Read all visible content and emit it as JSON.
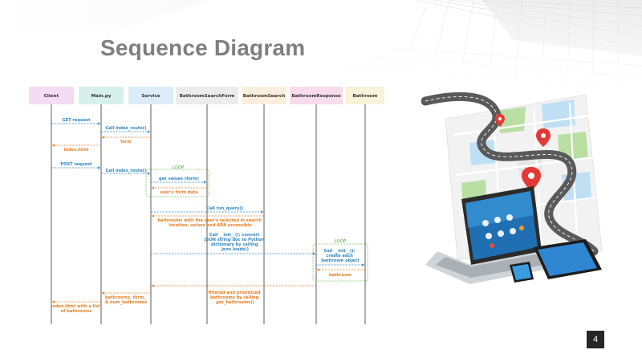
{
  "slide": {
    "title": "Sequence Diagram",
    "page_number": "4"
  },
  "diagram": {
    "lanes": [
      {
        "label": "Client",
        "color": "#f4dcf4"
      },
      {
        "label": "Main.py",
        "color": "#d8f0ec"
      },
      {
        "label": "Service",
        "color": "#dcecf8"
      },
      {
        "label": "BathroomSearchForm",
        "color": "#ececec"
      },
      {
        "label": "BathroomSearch",
        "color": "#fbeedd"
      },
      {
        "label": "BathroomResponse",
        "color": "#f8dcec"
      },
      {
        "label": "Bathroom",
        "color": "#f7f2d8"
      }
    ],
    "messages": [
      {
        "lines": [
          "GET request"
        ],
        "color": "blue"
      },
      {
        "lines": [
          "Call index_route()"
        ],
        "color": "blue"
      },
      {
        "lines": [
          "form"
        ],
        "color": "orange"
      },
      {
        "lines": [
          "index.html"
        ],
        "color": "orange"
      },
      {
        "lines": [
          "POST request"
        ],
        "color": "blue"
      },
      {
        "lines": [
          "Call index_route()"
        ],
        "color": "blue"
      },
      {
        "lines": [
          "get values (form)"
        ],
        "color": "blue"
      },
      {
        "lines": [
          "user's form data"
        ],
        "color": "orange"
      },
      {
        "lines": [
          "Call run_query()"
        ],
        "color": "blue"
      },
      {
        "lines": [
          "bathrooms with the user's selected in search",
          "location, unisex and ADA accessible"
        ],
        "color": "orange"
      },
      {
        "lines": [
          "Call __init__(): convert",
          "JSON string doc to Python",
          "dictionary by calling",
          "json.loads()"
        ],
        "color": "blue"
      },
      {
        "lines": [
          "Call __init__():",
          "create each",
          "bathroom object"
        ],
        "color": "blue"
      },
      {
        "lines": [
          "bathroom"
        ],
        "color": "orange"
      },
      {
        "lines": [
          "filtered and prioritized",
          "bathrooms by calling",
          "get_bathrooms()"
        ],
        "color": "orange"
      },
      {
        "lines": [
          "bathrooms, form,",
          "& num_bathrooms"
        ],
        "color": "orange"
      },
      {
        "lines": [
          "index.html with a list",
          "of bathrooms"
        ],
        "color": "orange"
      }
    ],
    "loops": [
      {
        "label": "LOOP"
      },
      {
        "label": "LOOP"
      }
    ],
    "colors": {
      "request": "#2e86c1",
      "response": "#e67e22",
      "loop": "#7cc35a"
    }
  }
}
